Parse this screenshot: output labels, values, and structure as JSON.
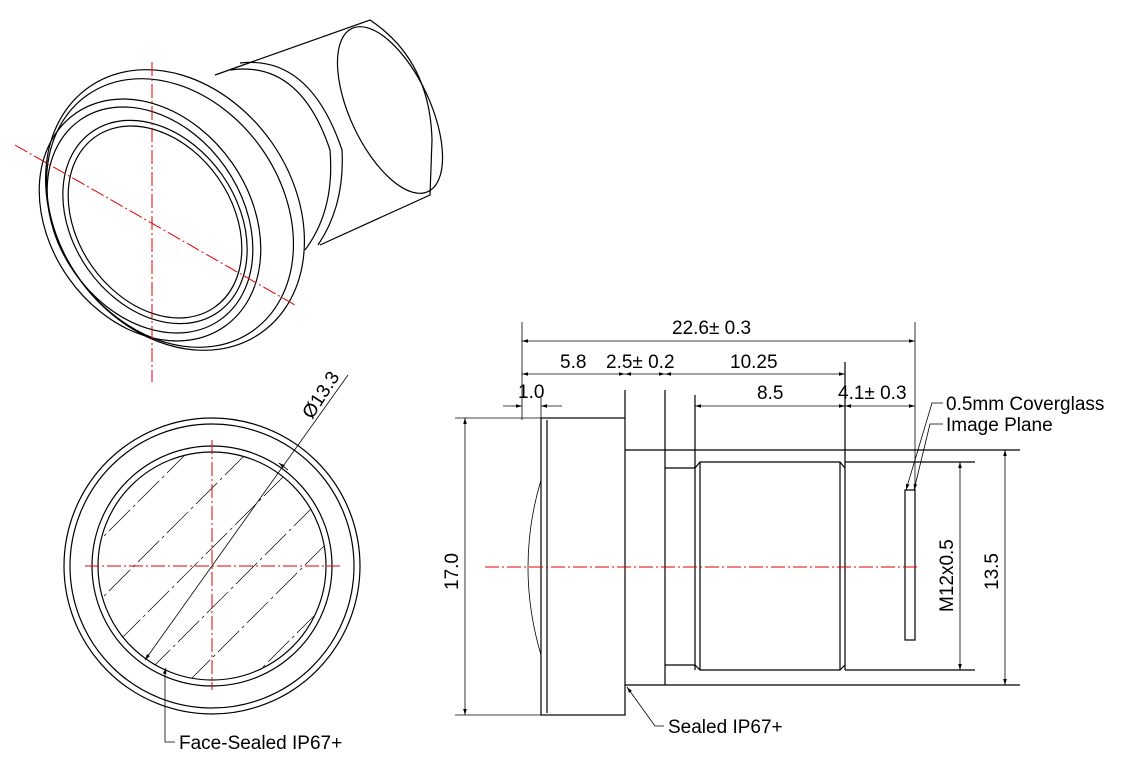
{
  "dimensions": {
    "overall_length": "22.6± 0.3",
    "front_length": "5.8",
    "flange_gap": "2.5± 0.2",
    "thread_span": "10.25",
    "thread_length": "8.5",
    "back_focal": "4.1± 0.3",
    "glass_thickness": "1.0",
    "outer_diameter": "17.0",
    "thread_spec": "M12x0.5",
    "body_diameter": "13.5",
    "front_diameter": "Ø13.3"
  },
  "labels": {
    "coverglass": "0.5mm Coverglass",
    "image_plane": "Image Plane",
    "sealed": "Sealed IP67+",
    "face_sealed": "Face-Sealed IP67+"
  },
  "colors": {
    "centerline": "#e00000",
    "outline": "#000000"
  }
}
